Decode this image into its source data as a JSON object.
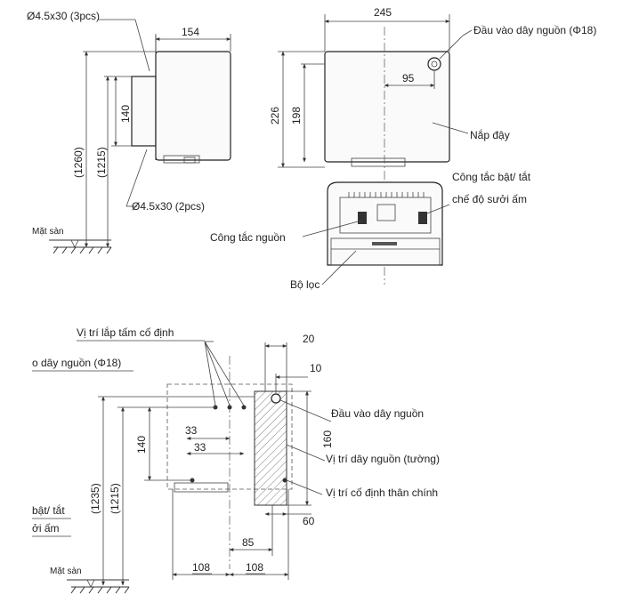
{
  "side_view": {
    "screws_top": "Ø4.5x30 (3pcs)",
    "screws_bottom": "Ø4.5x30 (2pcs)",
    "depth": "154",
    "h140": "140",
    "h1260": "(1260)",
    "h1215": "(1215)",
    "floor": "Mặt sàn"
  },
  "front_view": {
    "width": "245",
    "d95": "95",
    "h226": "226",
    "h198": "198",
    "power_inlet": "Đầu vào dây nguồn (Φ18)",
    "cover": "Nắp đậy",
    "switch_line1": "Công tắc bật/ tắt",
    "switch_line2": "chế độ sưởi ấm",
    "power_switch": "Công tắc nguồn",
    "filter": "Bộ lọc"
  },
  "mount_view": {
    "plate_pos": "Vị trí lắp tấm cố định",
    "inlet_cut": "o dây nguồn (Φ18)",
    "d20": "20",
    "d10": "10",
    "inlet": "Đầu vào dây nguồn",
    "h160": "160",
    "wall_cable": "Vị trí dây nguồn (tường)",
    "body_fix": "Vị trí cố định thân chính",
    "d60": "60",
    "d33a": "33",
    "d33b": "33",
    "h140": "140",
    "h1235": "(1235)",
    "h1215": "(1215)",
    "d85": "85",
    "d108a": "108",
    "d108b": "108",
    "floor": "Mặt sàn",
    "cut1": "bật/ tắt",
    "cut2": "ởi ấm"
  }
}
